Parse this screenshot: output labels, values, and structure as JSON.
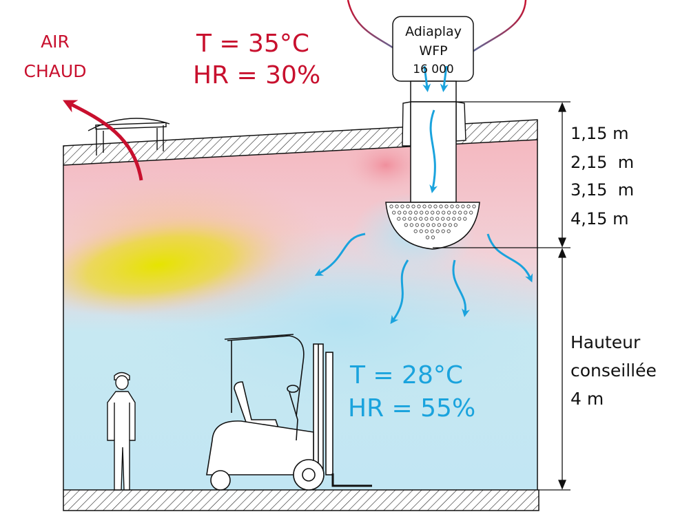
{
  "hot_air_label": [
    "AIR",
    "CHAUD"
  ],
  "outside": {
    "temperature": "T = 35°C",
    "humidity": "HR = 30%"
  },
  "inside": {
    "temperature": "T = 28°C",
    "humidity": "HR = 55%"
  },
  "unit": {
    "line1": "Adiaplay",
    "line2": "WFP",
    "line3": "16 000"
  },
  "height_options": [
    "1,15 m",
    "2,15  m",
    "3,15  m",
    "4,15 m"
  ],
  "recommended_height": [
    "Hauteur",
    "conseillée",
    "4 m"
  ],
  "colors": {
    "hot": "#c8102e",
    "cool": "#1aa3dd",
    "line": "#111111"
  }
}
